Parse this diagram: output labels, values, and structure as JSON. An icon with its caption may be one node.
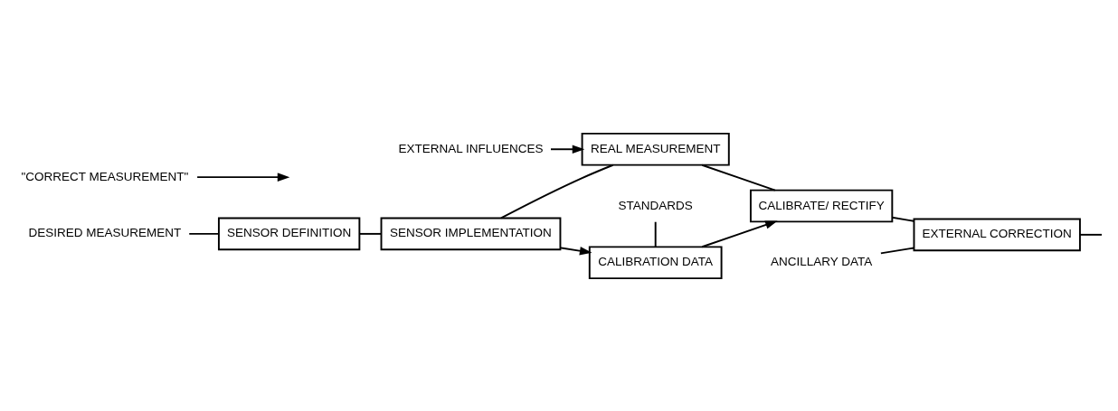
{
  "diagram": {
    "nodes": [
      {
        "text": [
          "DESIRED MEASUREMENT"
        ]
      },
      {
        "text": [
          "SENSOR DEFINITION"
        ]
      },
      {
        "text": [
          "SENSOR IMPLEMENTATION"
        ]
      },
      {
        "text": [
          "REAL MEASUREMENT"
        ]
      },
      {
        "text": [
          "CALIBRATE/ RECTIFY"
        ]
      },
      {
        "text": [
          "EXTERNAL CORRECTION"
        ]
      },
      {
        "text": [
          "\"CORRECT MEASUREMENT\""
        ]
      },
      {
        "text": [
          "CALIBRATION DATA"
        ]
      },
      {
        "text": [
          "STANDARDS"
        ]
      },
      {
        "text": [
          "EXTERNAL INFLUENCES"
        ]
      },
      {
        "text": [
          "ANCILLARY DATA"
        ]
      }
    ],
    "edges": [
      {
        "from": 0,
        "to": 1,
        "arrow": "none"
      },
      {
        "from": 1,
        "to": 2,
        "arrow": "none"
      },
      {
        "from": 2,
        "to": 3,
        "arrow": "none"
      },
      {
        "from": 3,
        "to": 4,
        "arrow": "none"
      },
      {
        "from": 4,
        "to": 5,
        "arrow": "none"
      },
      {
        "from": 5,
        "to": null,
        "arrow": "none"
      },
      {
        "from": 6,
        "to": null,
        "arrow": "to"
      },
      {
        "from": 2,
        "to": 7,
        "arrow": "to"
      },
      {
        "from": 8,
        "to": 7,
        "arrow": "none"
      },
      {
        "from": 7,
        "to": 4,
        "arrow": "to"
      },
      {
        "from": 9,
        "to": 3,
        "arrow": "to"
      },
      {
        "from": 10,
        "to": 5,
        "arrow": "none"
      }
    ]
  }
}
